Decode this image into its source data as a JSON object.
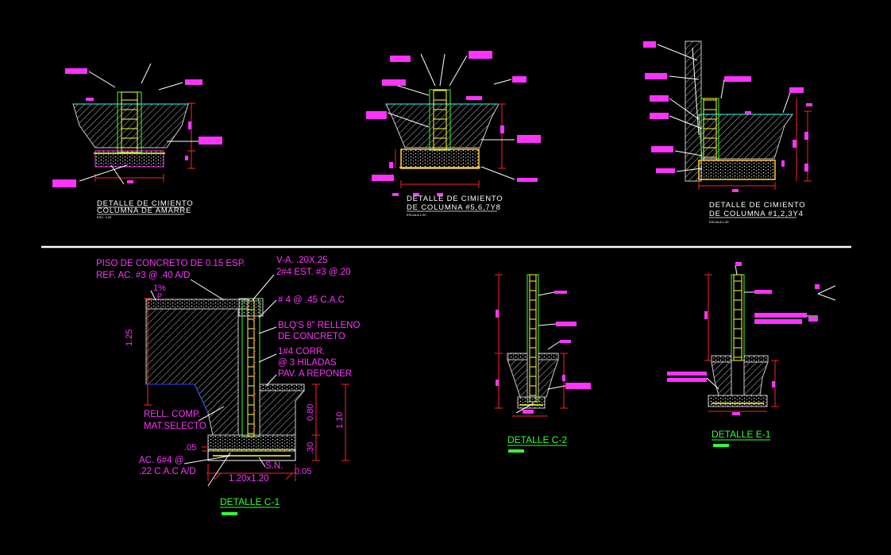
{
  "colors": {
    "background": "#000000",
    "annotation": "#ff33ff",
    "dimension": "#ff2222",
    "title": "#ffffff",
    "title_green": "#33ff33",
    "rebar": "#ffff33",
    "hatch": "#cccccc",
    "concrete_edge": "#33ffff"
  },
  "top_details": [
    {
      "title_line1": "DETALLE DE CIMIENTO",
      "title_line2": "COLUMNA DE AMARRE",
      "scale": "ESC. 1:20"
    },
    {
      "title_line1": "DETALLE DE CIMIENTO",
      "title_line2": "DE COLUMNA #5,6,7Y8",
      "scale": "ESCALA 1:20"
    },
    {
      "title_line1": "DETALLE DE CIMIENTO",
      "title_line2": "DE COLUMNA #1,2,3Y4",
      "scale": "ESCALA 1:20"
    }
  ],
  "detail_c1": {
    "note_floor_1": "PISO DE CONCRETO DE 0.15 ESP.",
    "note_floor_2": "REF. AC. #3 @ .40 A/D",
    "note_va_1": "V-A. .20X.25",
    "note_va_2": "2#4 EST. #3 @.20",
    "slope": "1%",
    "slope_p": "P",
    "rebar_note": "# 4 @ .45 C.A.C",
    "blocks_1": "BLQ'S  8\" RELLENO",
    "blocks_2": "DE CONCRETO",
    "corr_1": "1#4  CORR.",
    "corr_2": "@ 3 HILADAS",
    "pav": "PAV.  A REPONER",
    "fill_1": "RELL. COMP.",
    "fill_2": "MAT.SELECTO",
    "dim_125": "1.25",
    "dim_080": "0.80",
    "dim_110": "1.10",
    "dim_30": ".30",
    "dim_05a": ".05",
    "dim_05b": "0.05",
    "ac_1": "AC. 6#4 @",
    "ac_2": ".22 C.A.C A/D",
    "sn": "S.N.",
    "size": "1.20x1.20",
    "title": "DETALLE C-1"
  },
  "detail_c2": {
    "title": "DETALLE C-2"
  },
  "detail_e1": {
    "title": "DETALLE E-1"
  }
}
